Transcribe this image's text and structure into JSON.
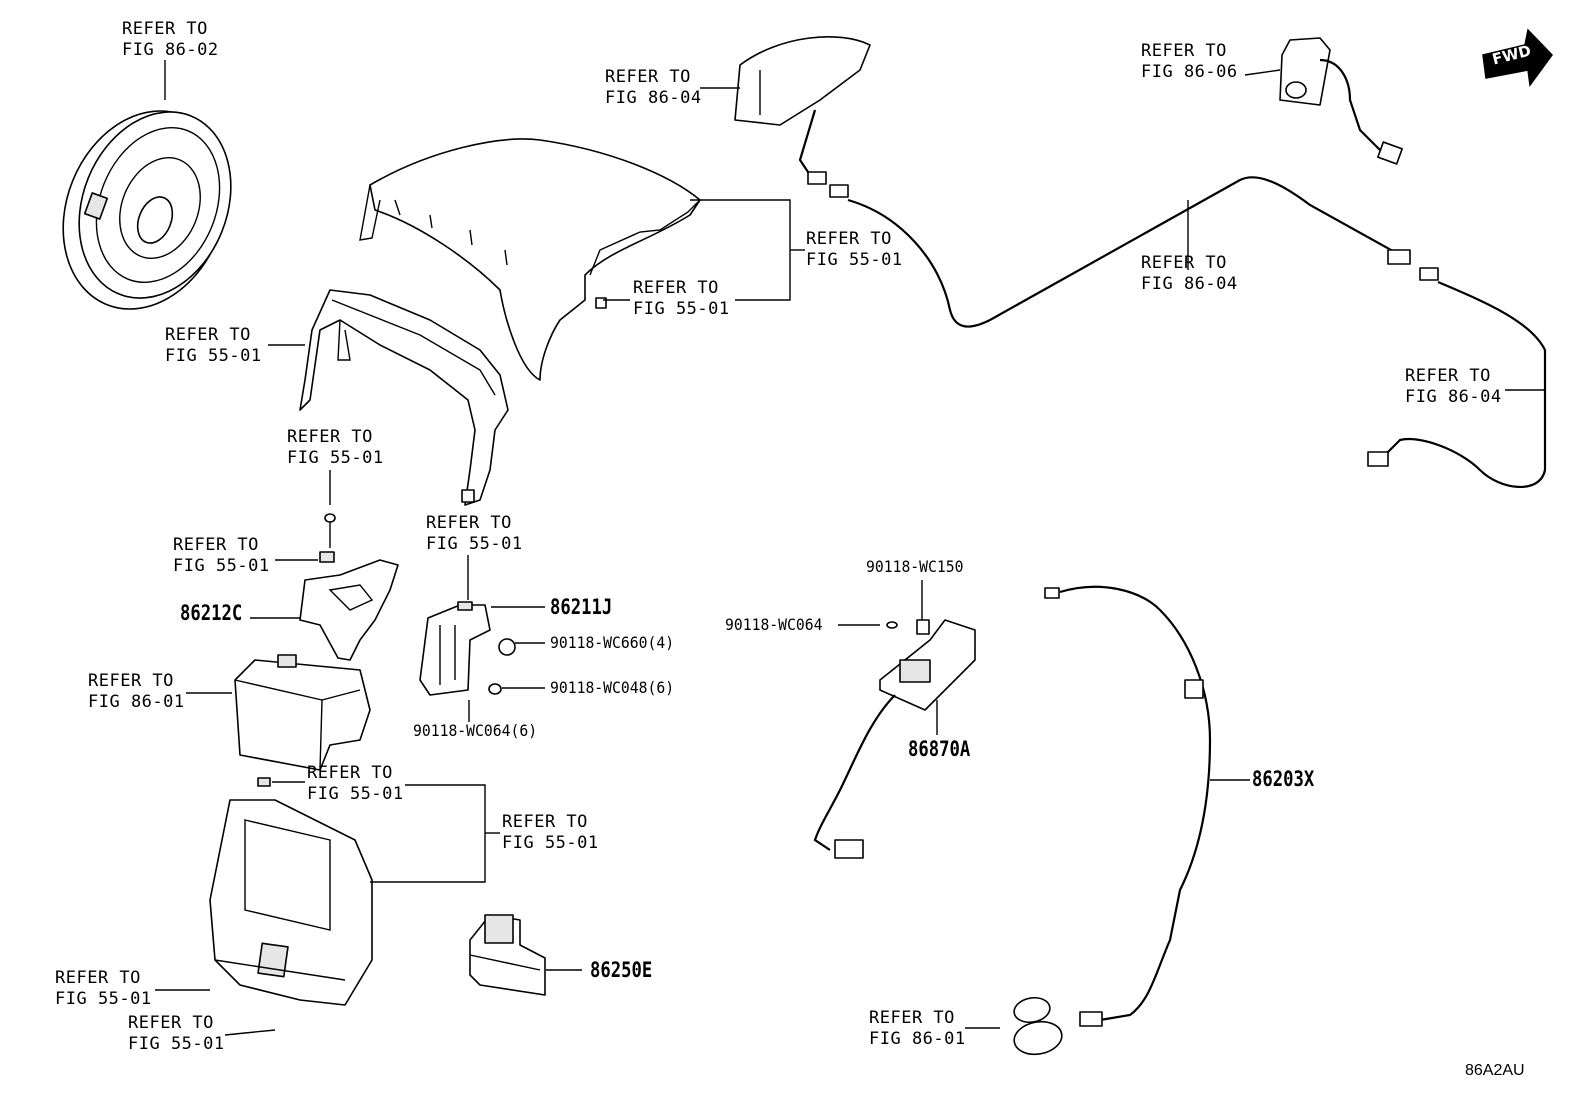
{
  "refs": {
    "speaker": [
      "REFER TO",
      "FIG 86-02"
    ],
    "fin_antenna": [
      "REFER TO",
      "FIG 86-04"
    ],
    "cover_bracket": [
      "REFER TO",
      "FIG 55-01"
    ],
    "cover_clip": [
      "REFER TO",
      "FIG 55-01"
    ],
    "upper_frame": [
      "REFER TO",
      "FIG 55-01"
    ],
    "screw_upper": [
      "REFER TO",
      "FIG 55-01"
    ],
    "clip_left": [
      "REFER TO",
      "FIG 55-01"
    ],
    "clip_right": [
      "REFER TO",
      "FIG 55-01"
    ],
    "radio": [
      "REFER TO",
      "FIG 86-01"
    ],
    "bezel_clip": [
      "REFER TO",
      "FIG 55-01"
    ],
    "bezel": [
      "REFER TO",
      "FIG 55-01"
    ],
    "screw_low1": [
      "REFER TO",
      "FIG 55-01"
    ],
    "screw_low2": [
      "REFER TO",
      "FIG 55-01"
    ],
    "camera": [
      "REFER TO",
      "FIG 86-06"
    ],
    "cable_mid": [
      "REFER TO",
      "FIG 86-04"
    ],
    "cable_end": [
      "REFER TO",
      "FIG 86-04"
    ],
    "usb": [
      "REFER TO",
      "FIG 86-01"
    ]
  },
  "parts": {
    "p86212C": "86212C",
    "p86211J": "86211J",
    "p86870A": "86870A",
    "p86203X": "86203X",
    "p86250E": "86250E"
  },
  "fasteners": {
    "wc660": "90118-WC660(4)",
    "wc048": "90118-WC048(6)",
    "wc064_6": "90118-WC064(6)",
    "wc150": "90118-WC150",
    "wc064": "90118-WC064"
  },
  "fwd_label": "FWD",
  "diagram_code": "86A2AU"
}
